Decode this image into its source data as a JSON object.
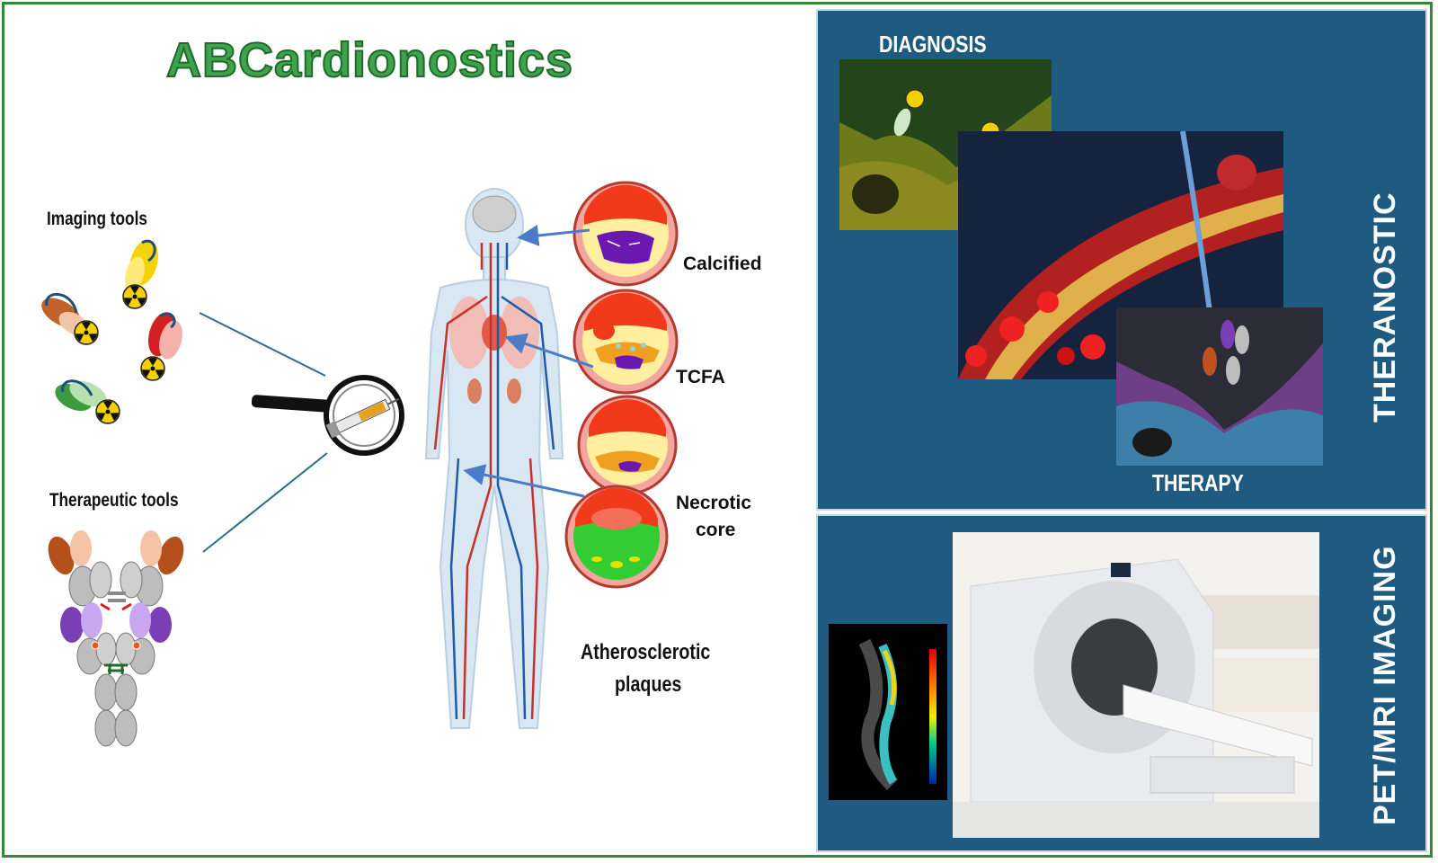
{
  "title": "ABCardionostics",
  "left_tools": {
    "imaging_label": "Imaging tools",
    "therapeutic_label": "Therapeutic tools"
  },
  "plaques": {
    "types": [
      "Calcified",
      "TCFA",
      "Necrotic core"
    ],
    "necrotic_line1": "Necrotic",
    "necrotic_line2": "core",
    "caption_line1": "Atherosclerotic",
    "caption_line2": "plaques"
  },
  "theranostic_panel": {
    "side_label": "THERANOSTIC",
    "top_label": "DIAGNOSIS",
    "bottom_label": "THERAPY"
  },
  "imaging_panel": {
    "side_label": "PET/MRI IMAGING"
  },
  "colors": {
    "frame_green": "#2e8b3a",
    "title_green": "#3fa34d",
    "panel_blue": "#1f5a80",
    "arrow_blue": "#4a7cc7"
  }
}
